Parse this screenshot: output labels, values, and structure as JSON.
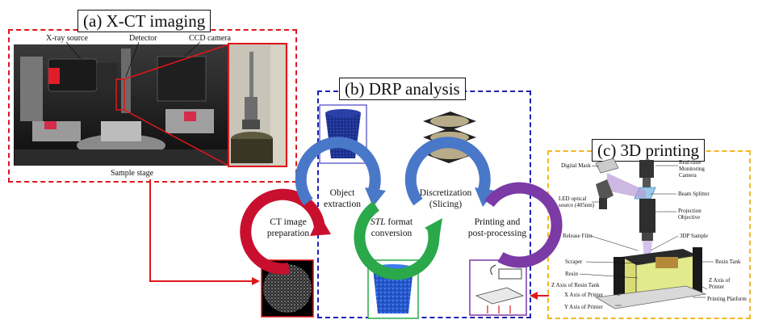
{
  "panels": {
    "xct": {
      "title": "(a) X-CT imaging",
      "labels": {
        "xray_source": "X-ray source",
        "detector": "Detector",
        "ccd_camera": "CCD camera",
        "sample_stage": "Sample stage"
      }
    },
    "drp": {
      "title": "(b) DRP analysis",
      "stages": {
        "ct_prep": [
          "CT image",
          "preparation"
        ],
        "object_extraction": [
          "Object",
          "extraction"
        ],
        "stl_conversion": [
          "STL",
          " format",
          "conversion"
        ],
        "discretization": [
          "Discretization",
          "(Slicing)"
        ],
        "printing": [
          "Printing and",
          "post-processing"
        ]
      }
    },
    "printing3d": {
      "title": "(c) 3D printing",
      "labels": {
        "digital_mask": "Digital Mask",
        "led_source": [
          "LED optical",
          "source (405nm)"
        ],
        "realtime_camera": [
          "Real-time",
          "Monitoring",
          "Camera"
        ],
        "beam_splitter": "Beam Splitter",
        "projection_objective": [
          "Projection",
          "Objective"
        ],
        "release_film": "Release Film",
        "sample_3dp": "3DP Sample",
        "scraper": "Scraper",
        "resin": "Resin",
        "resin_tank": "Resin Tank",
        "z_axis_tank": "Z Axis of Resin Tank",
        "z_axis_printer": [
          "Z Axis of",
          "Printer"
        ],
        "x_axis_printer": "X Axis of Printer",
        "y_axis_printer": "Y Axis of Printer",
        "printing_platform": "Printing Platform"
      }
    }
  },
  "colors": {
    "red": "#e0161b",
    "blue": "#1f1fb4",
    "gold": "#f3b820",
    "arrow_red": "#c8102e",
    "arrow_blue": "#4a78c8",
    "arrow_green": "#2aa84a",
    "arrow_purple": "#7b3aa5",
    "resin": "#e3ea8c"
  }
}
